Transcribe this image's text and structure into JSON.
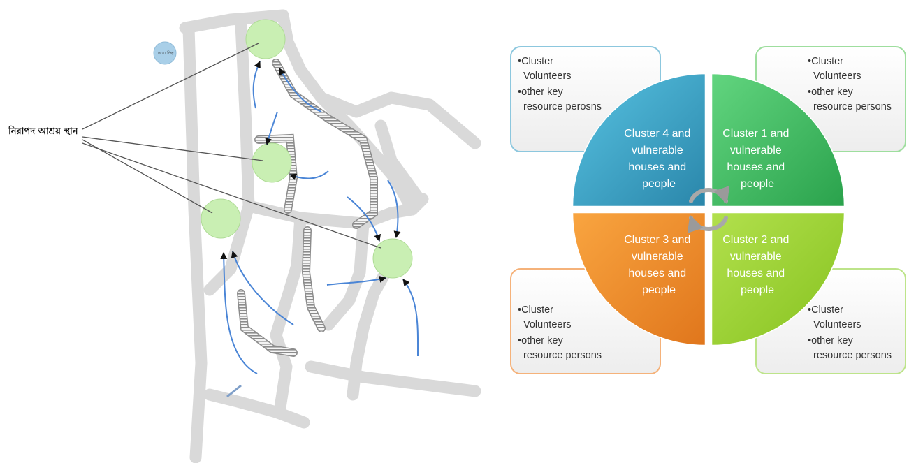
{
  "map": {
    "legend_text": "দেখো চিহ্ন",
    "shelter_label": "নিরাপদ আশ্রয় স্থান"
  },
  "clusters": {
    "q1": {
      "lines": [
        "Cluster 4 and",
        "vulnerable",
        "houses and",
        "people"
      ],
      "color": "#3aa3c8"
    },
    "q2": {
      "lines": [
        "Cluster 1 and",
        "vulnerable",
        "houses and",
        "people"
      ],
      "color": "#3ec064"
    },
    "q3": {
      "lines": [
        "Cluster 3 and",
        "vulnerable",
        "houses and",
        "people"
      ],
      "color": "#f3922f"
    },
    "q4": {
      "lines": [
        "Cluster 2 and",
        "vulnerable",
        "houses and",
        "people"
      ],
      "color": "#9dd538"
    }
  },
  "boxes": {
    "tl": {
      "lines": [
        "•Cluster",
        "Volunteers",
        "•other key",
        "resource perosns"
      ],
      "border": "#8cc7de"
    },
    "tr": {
      "lines": [
        "•Cluster",
        "Volunteers",
        "•other key",
        "resource persons"
      ],
      "border": "#9ede9e"
    },
    "bl": {
      "lines": [
        "•Cluster",
        "Volunteers",
        "•other key",
        "resource persons"
      ],
      "border": "#f5b27a"
    },
    "br": {
      "lines": [
        "•Cluster",
        "Volunteers",
        "•other key",
        "resource persons"
      ],
      "border": "#bde48a"
    }
  }
}
